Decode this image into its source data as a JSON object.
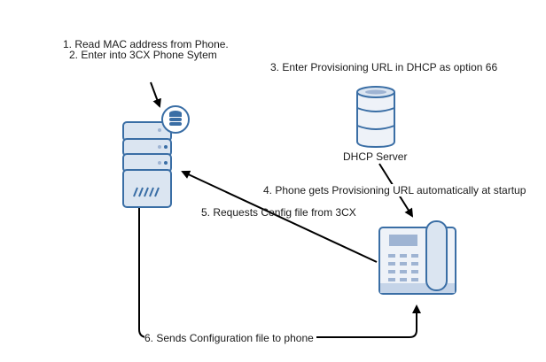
{
  "steps": {
    "step1": "1. Read MAC address from Phone.",
    "step2": "2. Enter into 3CX Phone Sytem",
    "step3": "3. Enter Provisioning URL in DHCP as option 66",
    "step4": "4. Phone gets Provisioning URL automatically at startup",
    "step5": "5. Requests Config file from 3CX",
    "step6": "6. Sends Configuration file to phone"
  },
  "nodes": {
    "pbx_server": {
      "icon": "server-with-database-icon"
    },
    "dhcp_server": {
      "label": "DHCP Server",
      "icon": "database-icon"
    },
    "phone": {
      "icon": "desk-phone-icon"
    }
  },
  "colors": {
    "outline": "#3a6ea5",
    "fill": "#dbe5f1",
    "fill_light": "#eef2f8",
    "accent_dim": "#9fb4d3",
    "arrow": "#000000"
  }
}
